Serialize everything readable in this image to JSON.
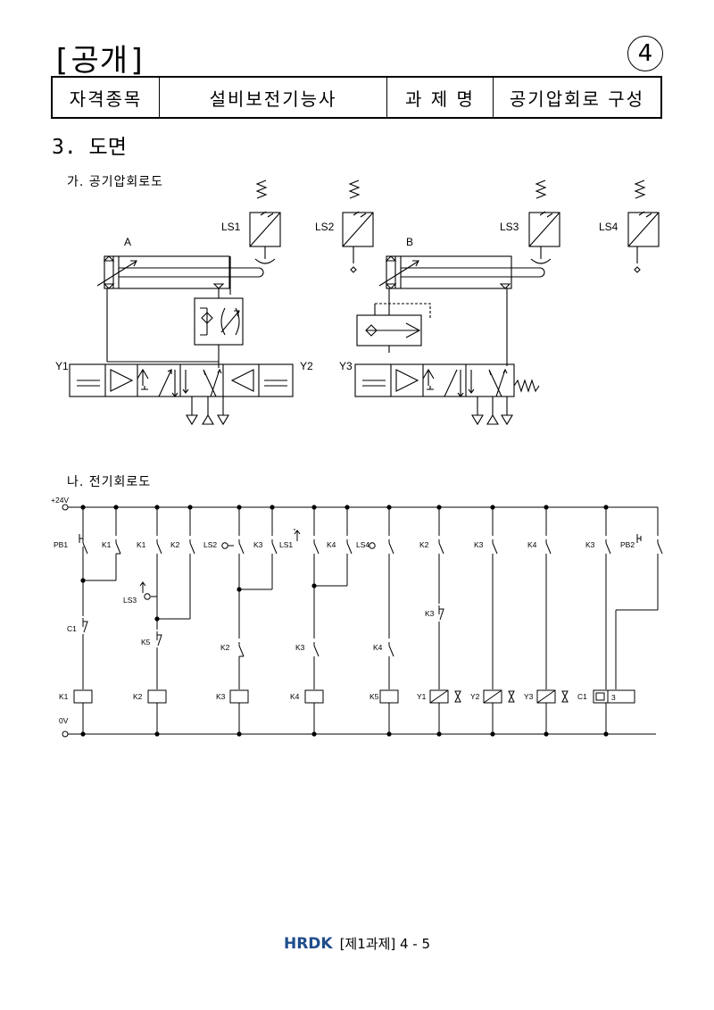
{
  "header": {
    "title": "[공개]",
    "page_number": "4"
  },
  "info_table": {
    "label_qualification": "자격종목",
    "qualification": "설비보전기능사",
    "label_task": "과 제 명",
    "task": "공기압회로 구성"
  },
  "section": {
    "title": "3. 도면"
  },
  "pneumatic": {
    "subtitle": "가. 공기압회로도",
    "cylinders": [
      "A",
      "B"
    ],
    "limit_switches": [
      "LS1",
      "LS2",
      "LS3",
      "LS4"
    ],
    "solenoids": [
      "Y1",
      "Y2",
      "Y3"
    ]
  },
  "electric": {
    "subtitle": "나. 전기회로도",
    "supply_top": "+24V",
    "supply_bottom": "0V",
    "row1_labels": [
      "PB1",
      "K1",
      "K1",
      "K2",
      "LS2",
      "K3",
      "LS1",
      "K4",
      "LS4",
      "K2",
      "K3",
      "K4",
      "K3",
      "PB2"
    ],
    "mid_labels": {
      "ls3": "LS3",
      "c1": "C1",
      "k5": "K5",
      "k3_y1": "K3"
    },
    "row3_labels": [
      "K2",
      "K3",
      "K4"
    ],
    "coil_labels": [
      "K1",
      "K2",
      "K3",
      "K4",
      "K5",
      "Y1",
      "Y2",
      "Y3",
      "C1"
    ],
    "counter_preset": "3"
  },
  "footer": {
    "logo": "HRDK",
    "text": "[제1과제] 4 - 5"
  }
}
